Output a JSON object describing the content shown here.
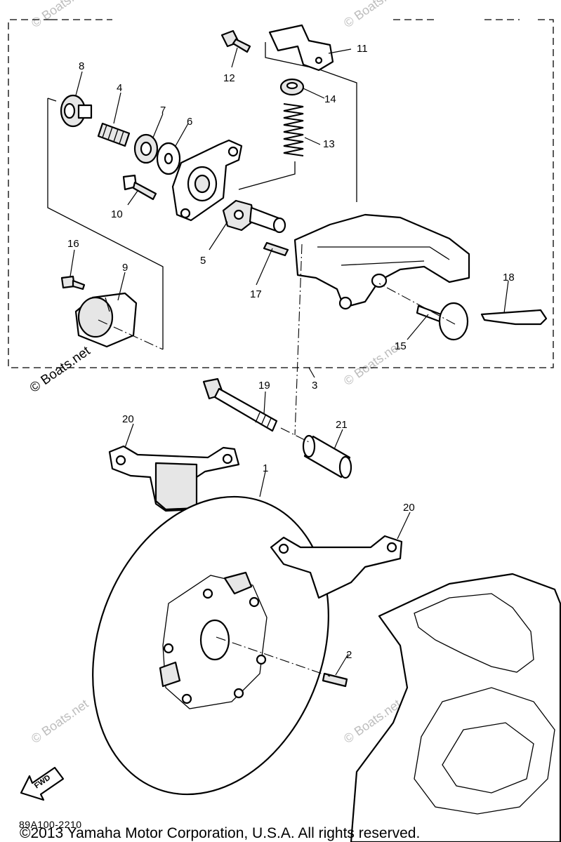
{
  "watermark": "© Boats.net",
  "callouts": {
    "c1": "1",
    "c2": "2",
    "c3": "3",
    "c4": "4",
    "c5": "5",
    "c6": "6",
    "c7": "7",
    "c8": "8",
    "c9": "9",
    "c10": "10",
    "c11": "11",
    "c12": "12",
    "c13": "13",
    "c14": "14",
    "c15": "15",
    "c16": "16",
    "c17": "17",
    "c18": "18",
    "c19": "19",
    "c20a": "20",
    "c20b": "20",
    "c21": "21"
  },
  "fwd_label": "FWD",
  "diagram_code": "89A100-2210",
  "copyright": "©2013 Yamaha Motor Corporation, U.S.A. All rights reserved."
}
